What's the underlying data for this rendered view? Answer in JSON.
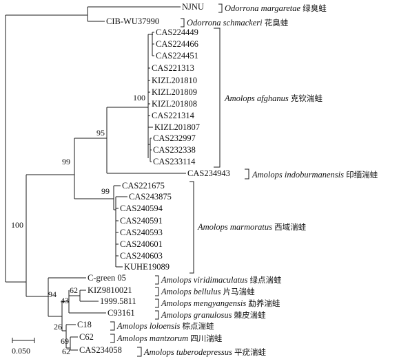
{
  "tips": {
    "njnu": "NJNU",
    "cib": "CIB-WU37990",
    "a1": "CAS224449",
    "a2": "CAS224466",
    "a3": "CAS224451",
    "a4": "CAS221313",
    "a5": "KIZL201810",
    "a6": "KIZL201809",
    "a7": "KIZL201808",
    "a8": "CAS221314",
    "a9": "KIZL201807",
    "a10": "CAS232997",
    "a11": "CAS232338",
    "a12": "CAS233114",
    "ind": "CAS234943",
    "m1": "CAS221675",
    "m2": "CAS243875",
    "m3": "CAS240594",
    "m4": "CAS240591",
    "m5": "CAS240593",
    "m6": "CAS240601",
    "m7": "CAS240603",
    "m8": "KUHE19089",
    "vir": "C-green 05",
    "bel": "KIZ9810021",
    "men": "1999.5811",
    "gra": "C93161",
    "lol": "C18",
    "man": "C62",
    "tub": "CAS234058"
  },
  "species": {
    "margaretae": {
      "latin": "Odorrona margaretae",
      "cn": "绿臭蛙"
    },
    "schmackeri": {
      "latin": "Odorrona schmackeri",
      "cn": "花臭蛙"
    },
    "afghanus": {
      "latin": "Amolops afghanus",
      "cn": "克钦湍蛙"
    },
    "indoburmanensis": {
      "latin": "Amolops indoburmanensis",
      "cn": "印缅湍蛙"
    },
    "marmoratus": {
      "latin": "Amolops marmoratus",
      "cn": "西域湍蛙"
    },
    "viridimaculatus": {
      "latin": "Amolops viridimaculatus",
      "cn": "绿点湍蛙"
    },
    "bellulus": {
      "latin": "Amolops bellulus",
      "cn": "片马湍蛙"
    },
    "mengyangensis": {
      "latin": "Amolops mengyangensis",
      "cn": "勐养湍蛙"
    },
    "granulosus": {
      "latin": "Amolops granulosus",
      "cn": "棘皮湍蛙"
    },
    "loloensis": {
      "latin": "Amolops loloensis",
      "cn": "棕点湍蛙"
    },
    "mantzorum": {
      "latin": "Amolops mantzorum",
      "cn": "四川湍蛙"
    },
    "tuberodepressus": {
      "latin": "Amolops tuberodepressus",
      "cn": "平疣湍蛙"
    }
  },
  "support": {
    "root": "100",
    "amolops_core": "99",
    "afghanus_indo": "95",
    "afghanus": "100",
    "marmoratus": "99",
    "viridi_group": "94",
    "bellulus_group": "43",
    "bellulus": "62",
    "lower_group": "26",
    "mantzorum": "69",
    "tuberodepressus": "62"
  },
  "scale_bar": {
    "label": "0.050"
  }
}
